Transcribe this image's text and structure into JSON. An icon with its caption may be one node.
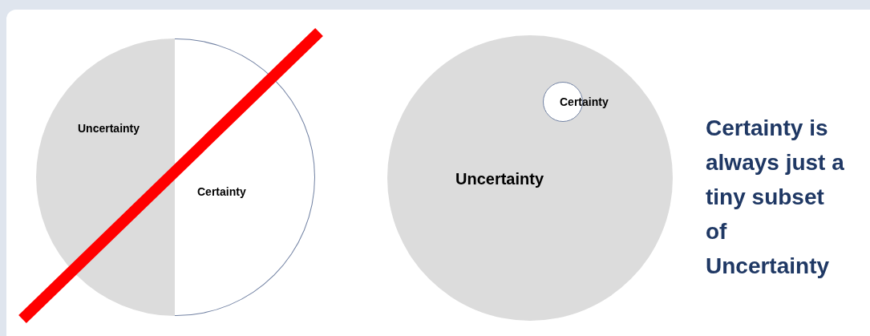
{
  "diagram": {
    "nodes": [
      {
        "text": [
          "Uncertainty"
        ]
      },
      {
        "text": [
          "Certainty"
        ]
      },
      {
        "text": [
          "Uncertainty"
        ]
      },
      {
        "text": [
          "Certainty"
        ],
        "in": 2
      }
    ],
    "edges": [],
    "labels": [
      "Certainty is always just a tiny subset of Uncertainty"
    ]
  }
}
